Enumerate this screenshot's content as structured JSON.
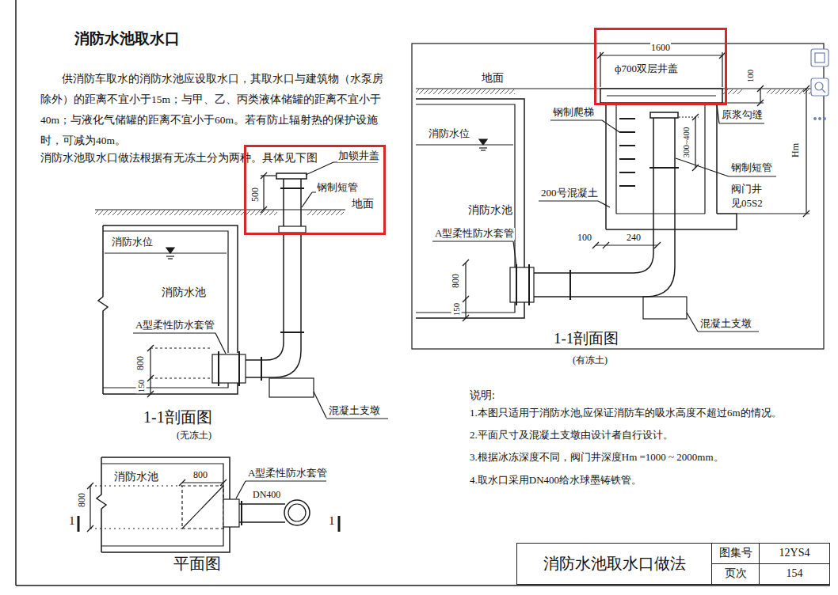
{
  "diagram": {
    "title": "消防水池取水口",
    "nodes": [
      {
        "text": [
          "加锁井盖",
          "500",
          "钢制短管",
          "地面"
        ]
      },
      {
        "text": [
          "1600",
          "ф700双层井盖"
        ]
      },
      {
        "text": [
          "消防水池取水口做法"
        ]
      },
      {
        "text": [
          "图集号"
        ]
      },
      {
        "text": [
          "12YS4"
        ]
      },
      {
        "text": [
          "页次"
        ]
      },
      {
        "text": [
          "154"
        ]
      }
    ],
    "labels": [
      "供消防车取水的消防水池应设取水口，其取水口与建筑物（水泵房除外）的距离不宜小于15m；与甲、乙、丙类液体储罐的距离不宜小于40m；与液化气储罐的距离不宜小于60m。若有防止辐射热的保护设施时，可减为40m。",
      "消防水池取水口做法根据有无冻土分为两种。具体见下图",
      "消防水位",
      "消防水池",
      "A型柔性防水套管",
      "800",
      "150",
      "混凝土支墩",
      "1-1剖面图",
      "(无冻土)",
      "消防水池",
      "800",
      "A型柔性防水套管",
      "DN400",
      "800",
      "1",
      "1",
      "平面图",
      "地面",
      "100",
      "钢制爬梯",
      "消防水位",
      "原浆勾缝",
      "300~400",
      "Hm",
      "钢制短管",
      "阀门井",
      "见05S2",
      "200号混凝土",
      "消防水池",
      "A型柔性防水套管",
      "100",
      "240",
      "800",
      "150",
      "混凝土支墩",
      "1-1剖面图",
      "(有冻土)",
      "说明:",
      "1.本图只适用于消防水池,应保证消防车的吸水高度不超过6m的情况。",
      "2.平面尺寸及混凝土支墩由设计者自行设计。",
      "3.根据冰冻深度不同，阀门井深度Hm =1000 ~ 2000mm。",
      "4.取水口采用DN400给水球墨铸铁管。"
    ]
  }
}
